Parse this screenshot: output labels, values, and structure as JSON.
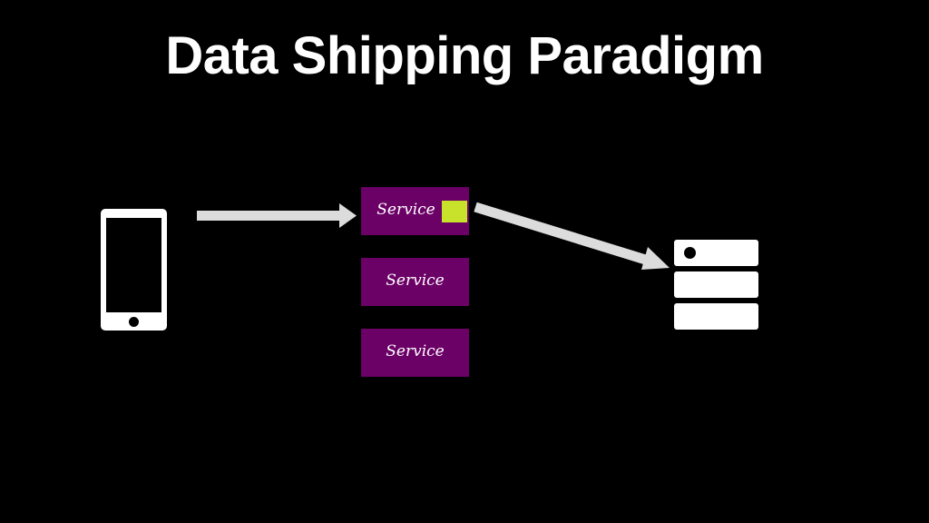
{
  "slide": {
    "title": "Data Shipping Paradigm"
  },
  "diagram": {
    "client": {
      "icon": "smartphone-icon"
    },
    "services": [
      {
        "label": "Service",
        "has_cache": true
      },
      {
        "label": "Service",
        "has_cache": false
      },
      {
        "label": "Service",
        "has_cache": false
      }
    ],
    "database": {
      "icon": "database-server-icon",
      "rows": 3
    },
    "colors": {
      "background": "#000000",
      "service": "#6b0066",
      "cache": "#c8e12a",
      "arrow": "#dcdcdc",
      "icon": "#ffffff"
    },
    "arrows": [
      {
        "from": "client",
        "to": "service-1"
      },
      {
        "from": "service-1-cache",
        "to": "database"
      }
    ]
  }
}
